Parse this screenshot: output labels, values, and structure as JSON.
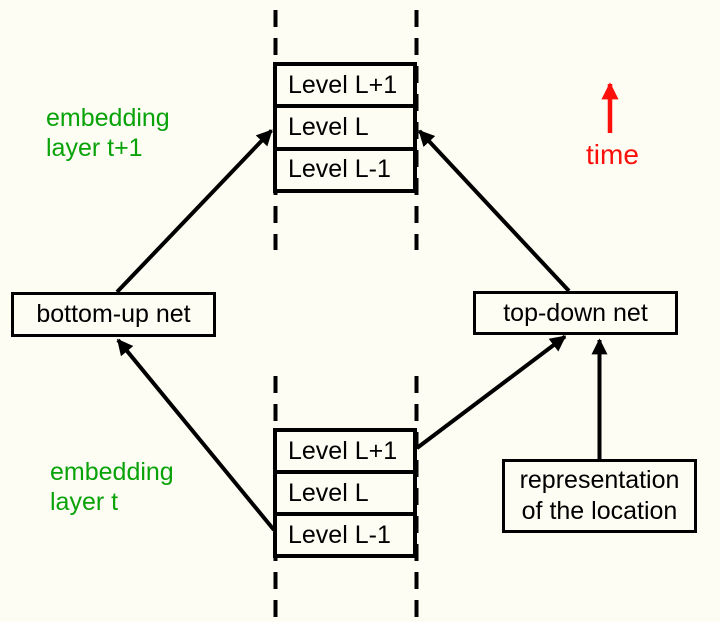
{
  "stacks": {
    "top": {
      "levels": [
        "Level L+1",
        "Level L",
        "Level L-1"
      ]
    },
    "bottom": {
      "levels": [
        "Level L+1",
        "Level L",
        "Level L-1"
      ]
    }
  },
  "nodes": {
    "bottom_up_net": {
      "label": "bottom-up net"
    },
    "top_down_net": {
      "label": "top-down net"
    },
    "representation": {
      "line1": "representation",
      "line2": "of the location"
    }
  },
  "annotations": {
    "embedding_layer_t_plus_1": {
      "line1": "embedding",
      "line2": "layer t+1"
    },
    "embedding_layer_t": {
      "line1": "embedding",
      "line2": "layer t"
    },
    "time": {
      "label": "time"
    }
  },
  "colors": {
    "background": "#fdfdf4",
    "stroke": "#000000",
    "annotation_green": "#09a309",
    "annotation_red": "#fb100b"
  }
}
